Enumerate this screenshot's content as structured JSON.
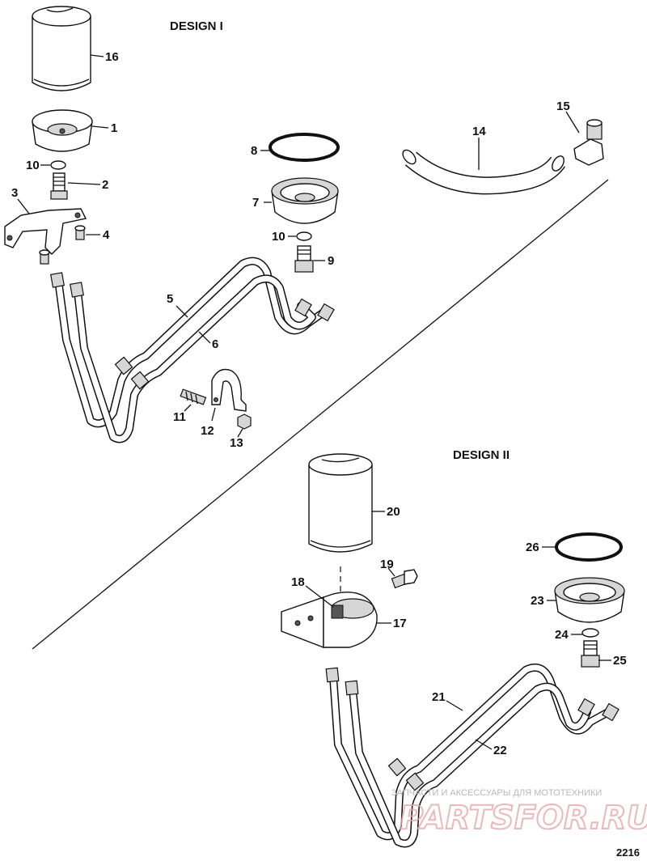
{
  "designs": {
    "design1": "DESIGN I",
    "design2": "DESIGN II"
  },
  "callouts": {
    "c1": "1",
    "c2": "2",
    "c3": "3",
    "c4": "4",
    "c5": "5",
    "c6": "6",
    "c7": "7",
    "c8": "8",
    "c9": "9",
    "c10a": "10",
    "c10b": "10",
    "c11": "11",
    "c12": "12",
    "c13": "13",
    "c14": "14",
    "c15": "15",
    "c16": "16",
    "c17": "17",
    "c18": "18",
    "c19": "19",
    "c20": "20",
    "c21": "21",
    "c22": "22",
    "c23": "23",
    "c24": "24",
    "c25": "25",
    "c26": "26"
  },
  "figure_number": "2216",
  "watermark": {
    "tagline": "ЗАПЧАСТИ И АКСЕССУАРЫ ДЛЯ МОТОТЕХНИКИ",
    "logo": "PARTSFOR.RU"
  }
}
